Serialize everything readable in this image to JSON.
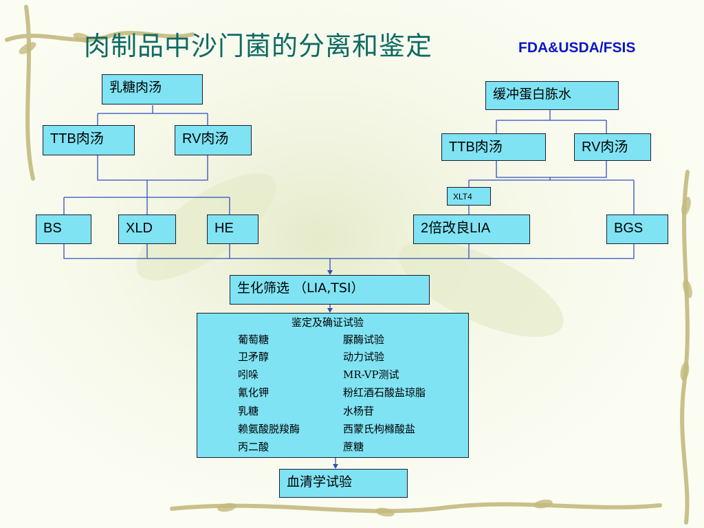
{
  "title": "肉制品中沙门菌的分离和鉴定",
  "source": "FDA&USDA/FSIS",
  "left_branch": {
    "enrichment": "乳糖肉汤",
    "broth_a": "TTB肉汤",
    "broth_b": "RV肉汤",
    "plates": [
      "BS",
      "XLD",
      "HE"
    ]
  },
  "right_branch": {
    "enrichment": "缓冲蛋白胨水",
    "broth_a": "TTB肉汤",
    "broth_b": "RV肉汤",
    "xlt4": "XLT4",
    "plate_lia": "2倍改良LIA",
    "plate_bgs": "BGS"
  },
  "screening": "生化筛选 （LIA,TSI）",
  "confirmation": {
    "heading": "鉴定及确证试验",
    "rows": [
      [
        "葡萄糖",
        "脲酶试验"
      ],
      [
        "卫矛醇",
        "动力试验"
      ],
      [
        "吲哚",
        "MR-VP测试"
      ],
      [
        "氰化钾",
        "粉红酒石酸盐琼脂"
      ],
      [
        "乳糖",
        "水杨苷"
      ],
      [
        "赖氨酸脱羧酶",
        "西蒙氏枸橼酸盐"
      ],
      [
        "丙二酸",
        "蔗糖"
      ]
    ]
  },
  "serology": "血清学试验"
}
